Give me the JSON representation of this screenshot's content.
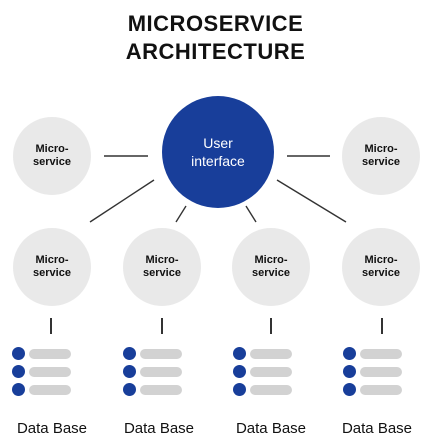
{
  "title": {
    "line1": "MICROSERVICE",
    "line2": "ARCHITECTURE"
  },
  "center": {
    "line1": "User",
    "line2": "interface",
    "color": "#183e9a"
  },
  "microservice": {
    "line1": "Micro-",
    "line2": "service"
  },
  "databases": [
    {
      "label": "Data Base"
    },
    {
      "label": "Data Base"
    },
    {
      "label": "Data Base"
    },
    {
      "label": "Data Base"
    }
  ],
  "colors": {
    "node_fill": "#e9e9e9",
    "db_dot": "#183e9a",
    "db_bar": "#d2d2d2"
  }
}
